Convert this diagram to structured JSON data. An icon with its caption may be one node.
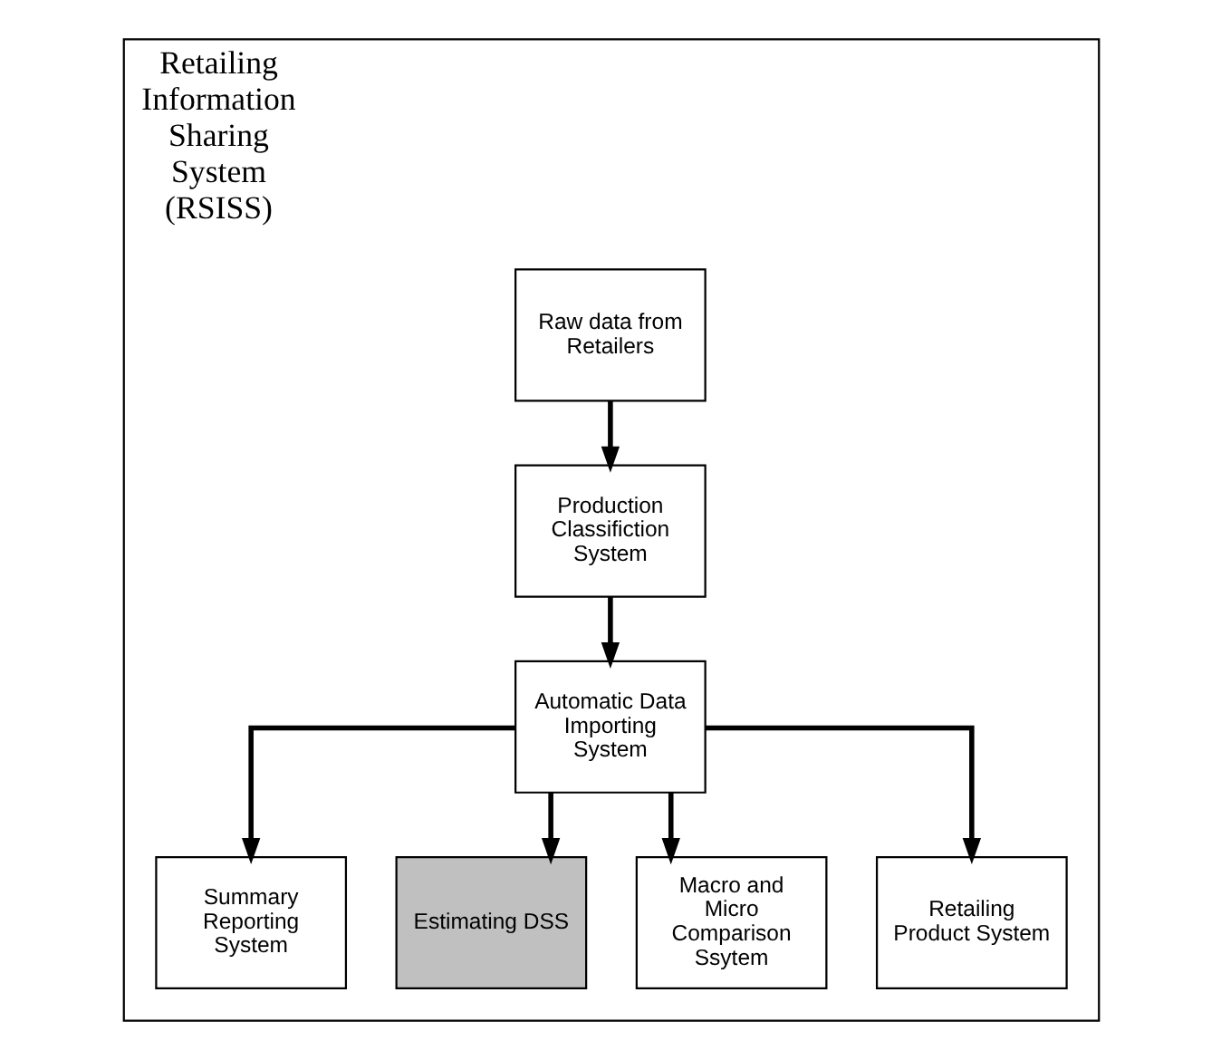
{
  "diagram": {
    "nodes": [
      {
        "text": [
          "Retailing Information Sharing System (RSISS)"
        ]
      },
      {
        "text": [
          "Raw data from Retailers"
        ],
        "in": 0
      },
      {
        "text": [
          "Production Classifiction System"
        ],
        "in": 0
      },
      {
        "text": [
          "Automatic Data Importing System"
        ],
        "in": 0
      },
      {
        "text": [
          "Summary Reporting System"
        ],
        "in": 0
      },
      {
        "text": [
          "Estimating DSS"
        ],
        "in": 0
      },
      {
        "text": [
          "Macro and Micro Comparison Ssytem"
        ],
        "in": 0
      },
      {
        "text": [
          "Retailing Product System"
        ],
        "in": 0
      }
    ],
    "edges": [
      {
        "from": 1,
        "to": 2,
        "arrow": "to"
      },
      {
        "from": 2,
        "to": 3,
        "arrow": "to"
      },
      {
        "from": 3,
        "to": 4,
        "arrow": "to"
      },
      {
        "from": 3,
        "to": 5,
        "arrow": "to"
      },
      {
        "from": 3,
        "to": 6,
        "arrow": "to"
      },
      {
        "from": 3,
        "to": 7,
        "arrow": "to"
      }
    ]
  }
}
